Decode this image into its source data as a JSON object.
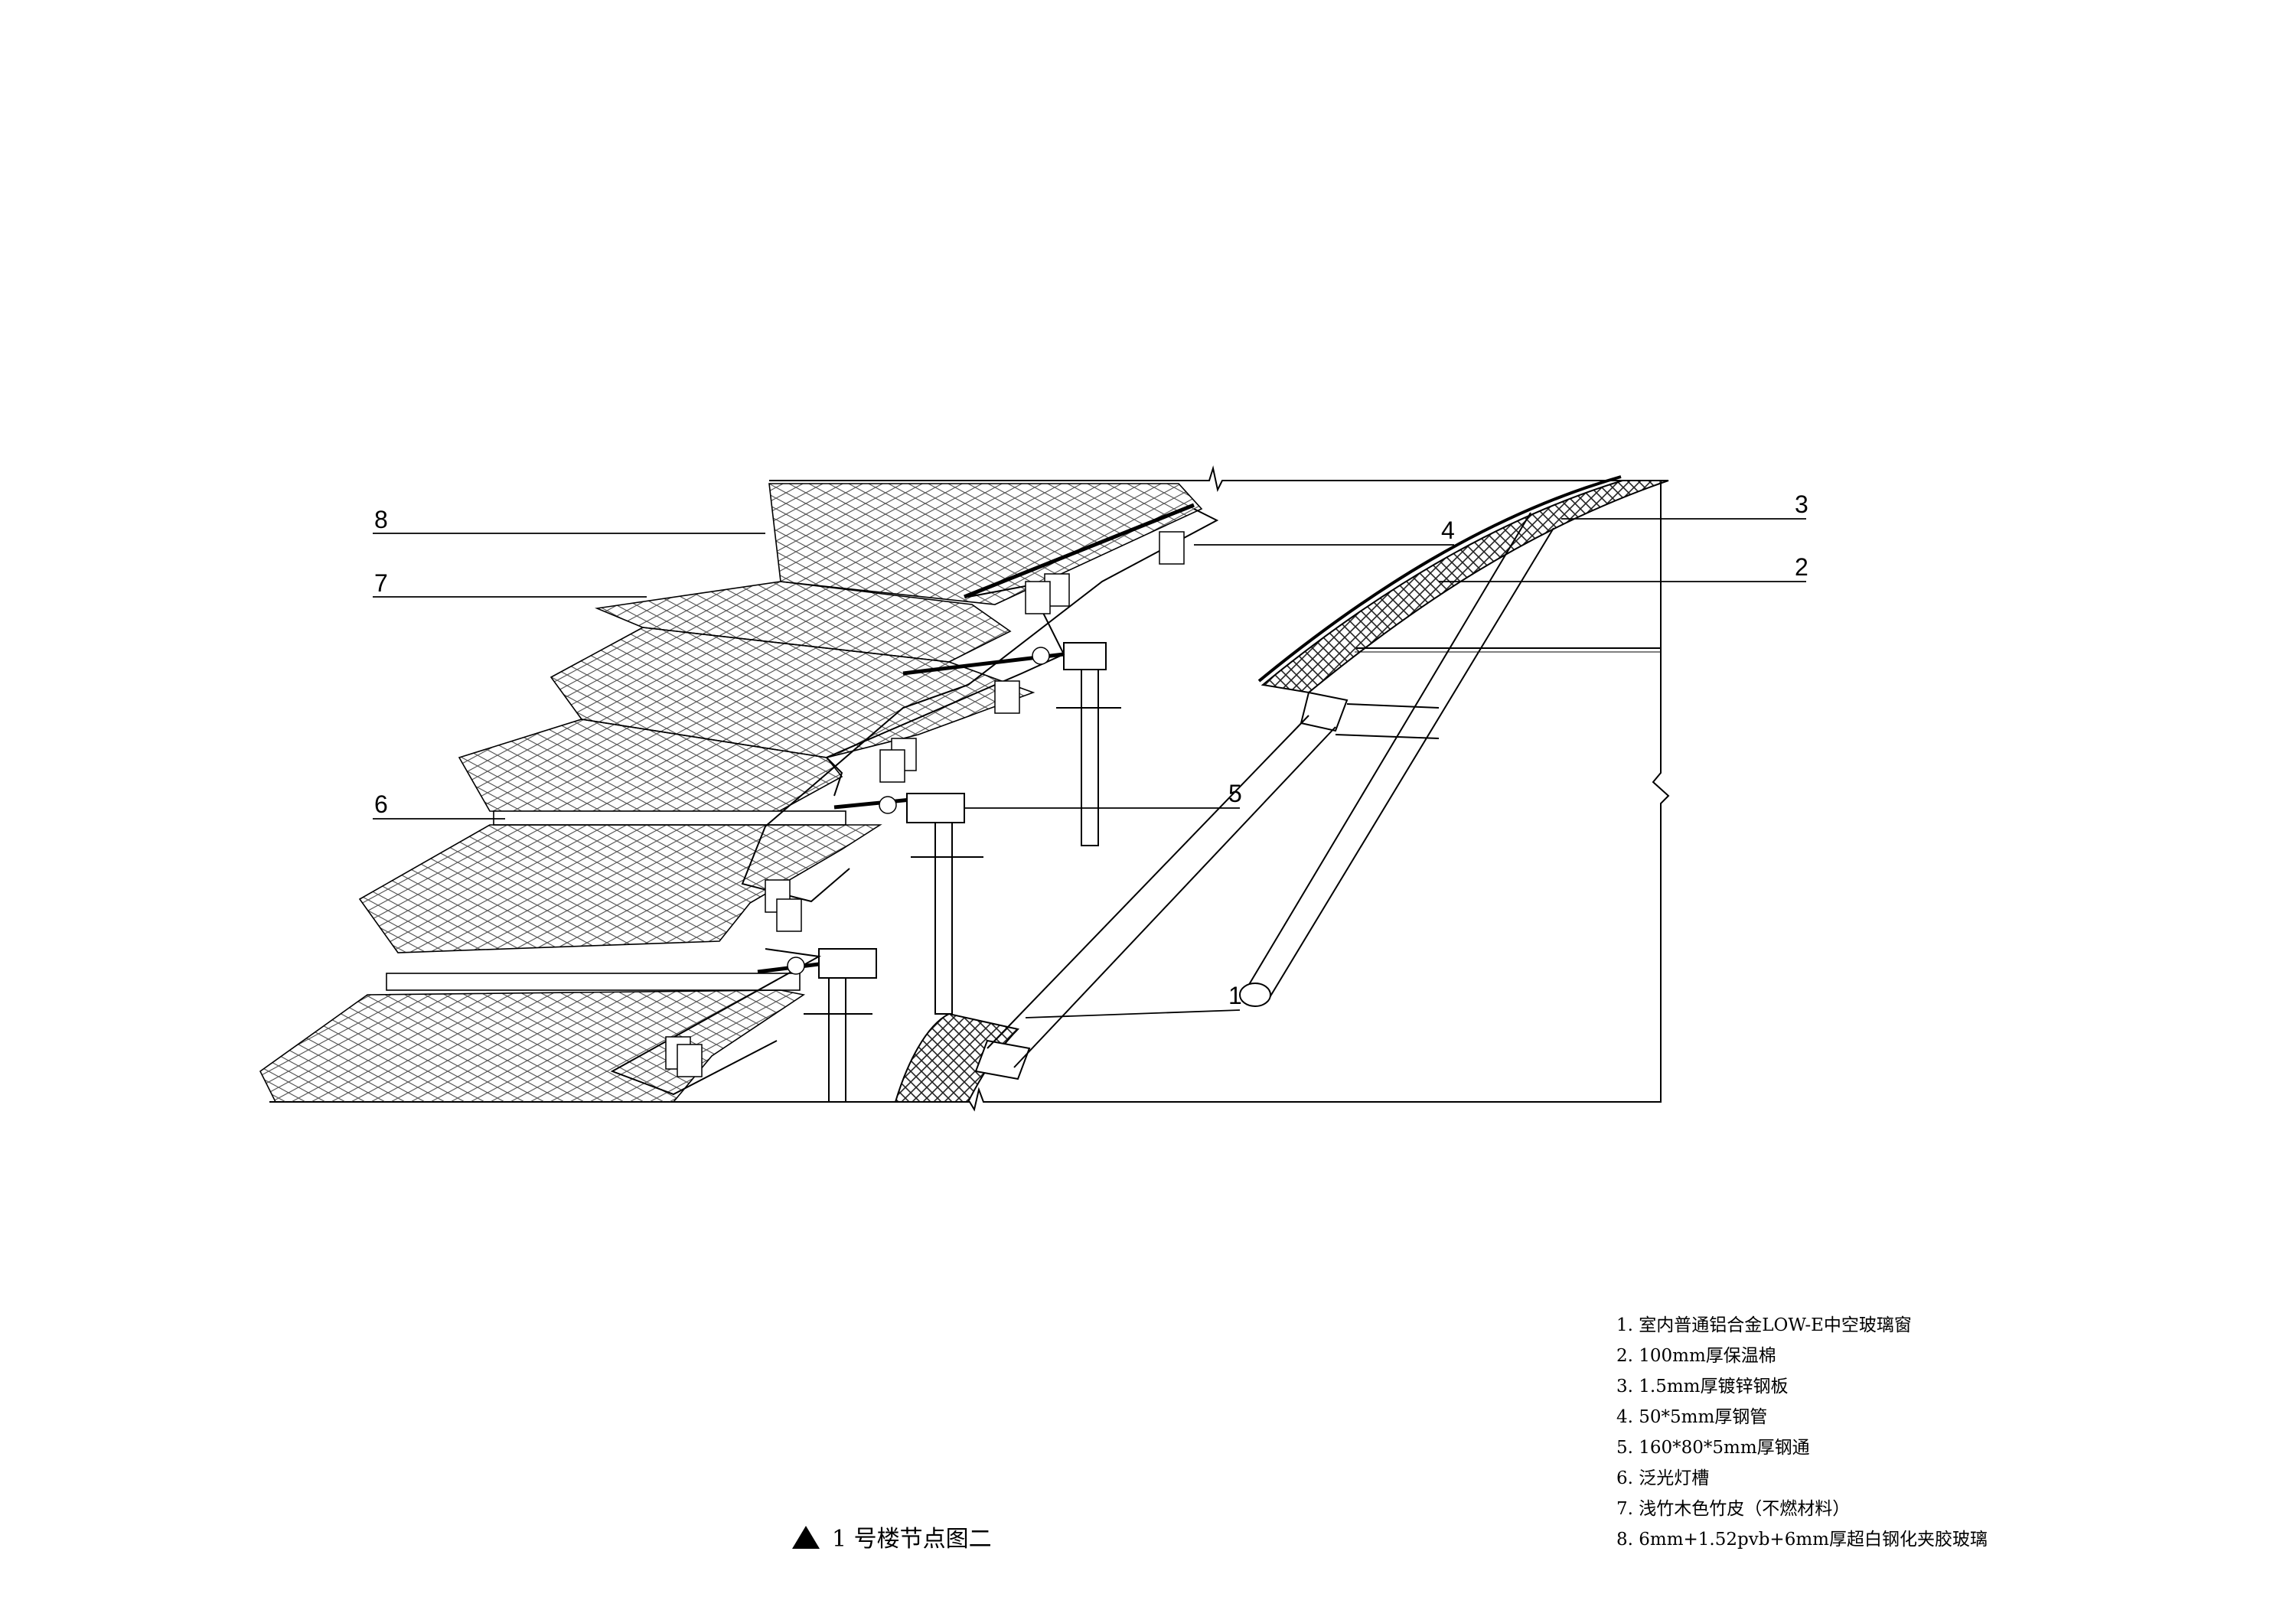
{
  "callouts": [
    "1",
    "2",
    "3",
    "4",
    "5",
    "6",
    "7",
    "8"
  ],
  "legend": [
    "1. 室内普通铝合金LOW-E中空玻璃窗",
    "2. 100mm厚保温棉",
    "3. 1.5mm厚镀锌钢板",
    "4. 50*5mm厚钢管",
    "5. 160*80*5mm厚钢通",
    "6. 泛光灯槽",
    "7. 浅竹木色竹皮（不燃材料）",
    "8. 6mm+1.52pvb+6mm厚超白钢化夹胶玻璃"
  ],
  "caption": "1 号楼节点图二",
  "colors": {
    "line": "#000000",
    "hatch": "#555555",
    "background": "#ffffff"
  }
}
